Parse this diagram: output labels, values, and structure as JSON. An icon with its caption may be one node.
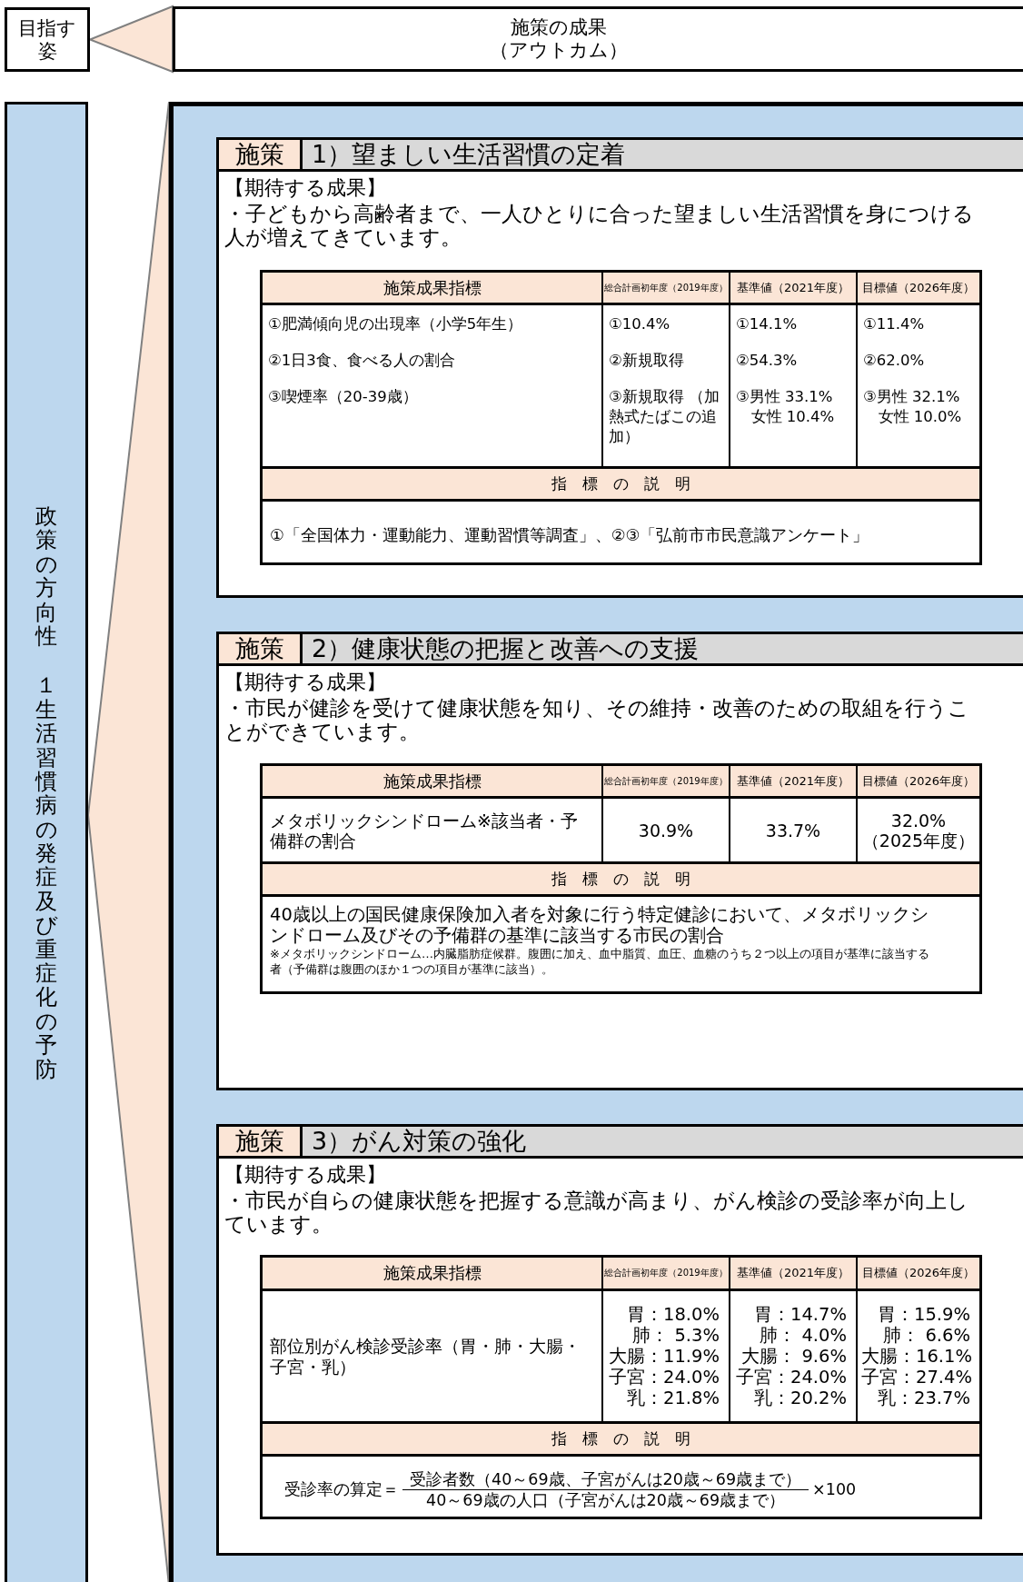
{
  "diagram": {
    "nodes": [
      {
        "text": [
          "目指す姿"
        ]
      },
      {
        "text": [
          "施策の成果（アウトカム）"
        ]
      },
      {
        "text": [
          "政策の方向性",
          "１生活習慣病の発症及び重症化の予防"
        ]
      },
      {
        "text": [],
        "shape": "box"
      },
      {
        "text": [
          "施策",
          "1）望ましい生活習慣の定着",
          "【期待する成果】",
          "・子どもから高齢者まで、一人ひとりに合った望ましい生活習慣を身につける人が増えてきています。"
        ],
        "in": 3
      },
      {
        "text": [
          "施策成果指標",
          "総合計画初年度（2019年度）",
          "基準値（2021年度）",
          "目標値（2026年度）",
          "①肥満傾向児の出現率（小学5年生）",
          "②1日3食、食べる人の割合",
          "③喫煙率（20-39歳）",
          "①10.4%",
          "②新規取得",
          "③新規取得 （加熱式たばこの追加）",
          "①14.1%",
          "②54.3%",
          "③男性 33.1% 女性 10.4%",
          "①11.4%",
          "②62.0%",
          "③男性 32.1% 女性 10.0%",
          "指　標　の　説　明",
          "①「全国体力・運動能力、運動習慣等調査」、②③「弘前市市民意識アンケート」"
        ],
        "in": 4
      },
      {
        "text": [
          "施策",
          "2）健康状態の把握と改善への支援",
          "【期待する成果】",
          "・市民が健診を受けて健康状態を知り、その維持・改善のための取組を行うことができています。"
        ],
        "in": 3
      },
      {
        "text": [
          "施策成果指標",
          "総合計画初年度（2019年度）",
          "基準値（2021年度）",
          "目標値（2026年度）",
          "メタボリックシンドローム※該当者・予備群の割合",
          "30.9%",
          "33.7%",
          "32.0%",
          "（2025年度）",
          "指　標　の　説　明",
          "40歳以上の国民健康保険加入者を対象に行う特定健診において、メタボリックシンドローム及びその予備群の基準に該当する市民の割合",
          "※メタボリックシンドローム…内臓脂肪症候群。腹囲に加え、血中脂質、血圧、血糖のうち２つ以上の項目が基準に該当する者（予備群は腹囲のほか１つの項目が基準に該当）。"
        ],
        "in": 6
      },
      {
        "text": [
          "施策",
          "3）がん対策の強化",
          "【期待する成果】",
          "・市民が自らの健康状態を把握する意識が高まり、がん検診の受診率が向上しています。"
        ],
        "in": 3
      },
      {
        "text": [
          "施策成果指標",
          "総合計画初年度（2019年度）",
          "基準値（2021年度）",
          "目標値（2026年度）",
          "部位別がん検診受診率（胃・肺・大腸・子宮・乳）",
          "胃：18.0%",
          "肺： 5.3%",
          "大腸：11.9%",
          "子宮：24.0%",
          "乳：21.8%",
          "胃：14.7%",
          "肺： 4.0%",
          "大腸： 9.6%",
          "子宮：24.0%",
          "乳：20.2%",
          "胃：15.9%",
          "肺： 6.6%",
          "大腸：16.1%",
          "子宮：27.4%",
          "乳：23.7%",
          "指　標　の　説　明",
          "受診率の算定＝",
          "受診者数（40～69歳、子宮がんは20歳～69歳まで）",
          "40～69歳の人口（子宮がんは20歳～69歳まで）",
          "×100"
        ],
        "in": 8
      }
    ],
    "edges": [
      {
        "from": 1,
        "to": 0,
        "arrow": "to"
      },
      {
        "from": 3,
        "to": 2,
        "arrow": "to"
      }
    ]
  }
}
